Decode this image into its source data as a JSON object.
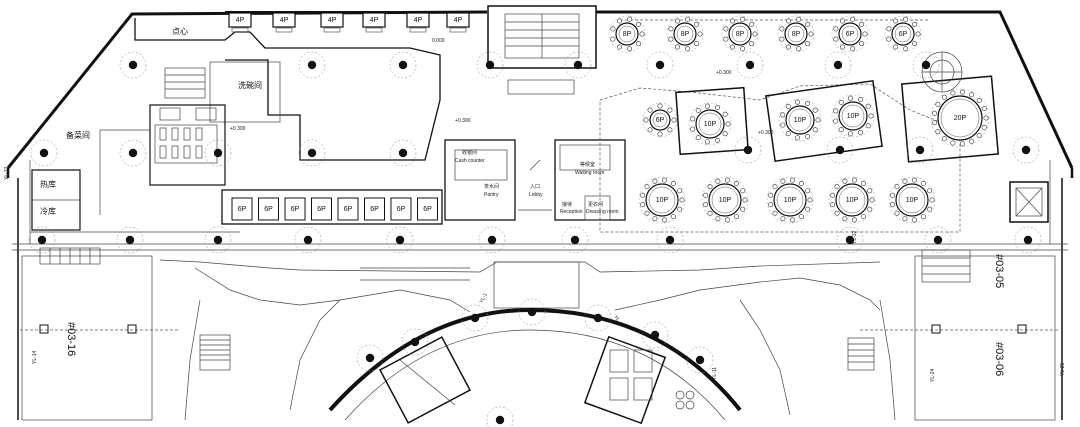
{
  "rooms": {
    "snack": "点心",
    "dish_wash": "洗碗间",
    "prep_room": "备菜间",
    "hot_storage": "热库",
    "cold_storage": "冷库",
    "cash_counter_cn": "收银间",
    "cash_counter_en": "Cash counter",
    "pantry_cn": "茶水间",
    "pantry_en": "Pantry",
    "lobby_cn": "入口",
    "lobby_en": "Lobby",
    "waiting_cn": "等候室",
    "waiting_en": "Waiting room",
    "reception_cn": "接待",
    "reception_en": "Reception",
    "dressing_cn": "更衣间",
    "dressing_en": "Dressing room"
  },
  "units": {
    "left": "#03-16",
    "right_top": "#03-05",
    "right_bottom": "#03-06"
  },
  "levels": {
    "l1": "+0.300",
    "l2": "+0.300",
    "l3": "0.000",
    "l4": "+0.300",
    "l5": "+0.300"
  },
  "axis_tags": [
    "YL-13",
    "YL-14",
    "YL-1",
    "YL-2",
    "YL-11",
    "YL-32",
    "YL-24",
    "YL-25"
  ],
  "table_labels": {
    "top_4p": [
      "4P",
      "4P",
      "4P",
      "4P",
      "4P",
      "4P"
    ],
    "top_round": [
      "8P",
      "8P",
      "8P",
      "8P",
      "6P",
      "6P"
    ],
    "booths": [
      "6P",
      "6P",
      "6P",
      "6P",
      "6P",
      "6P",
      "6P",
      "6P"
    ],
    "vip": [
      "6P",
      "10P",
      "10P",
      "10P",
      "20P"
    ],
    "bottom_row": [
      "10P",
      "10P",
      "10P",
      "10P",
      "10P"
    ]
  }
}
